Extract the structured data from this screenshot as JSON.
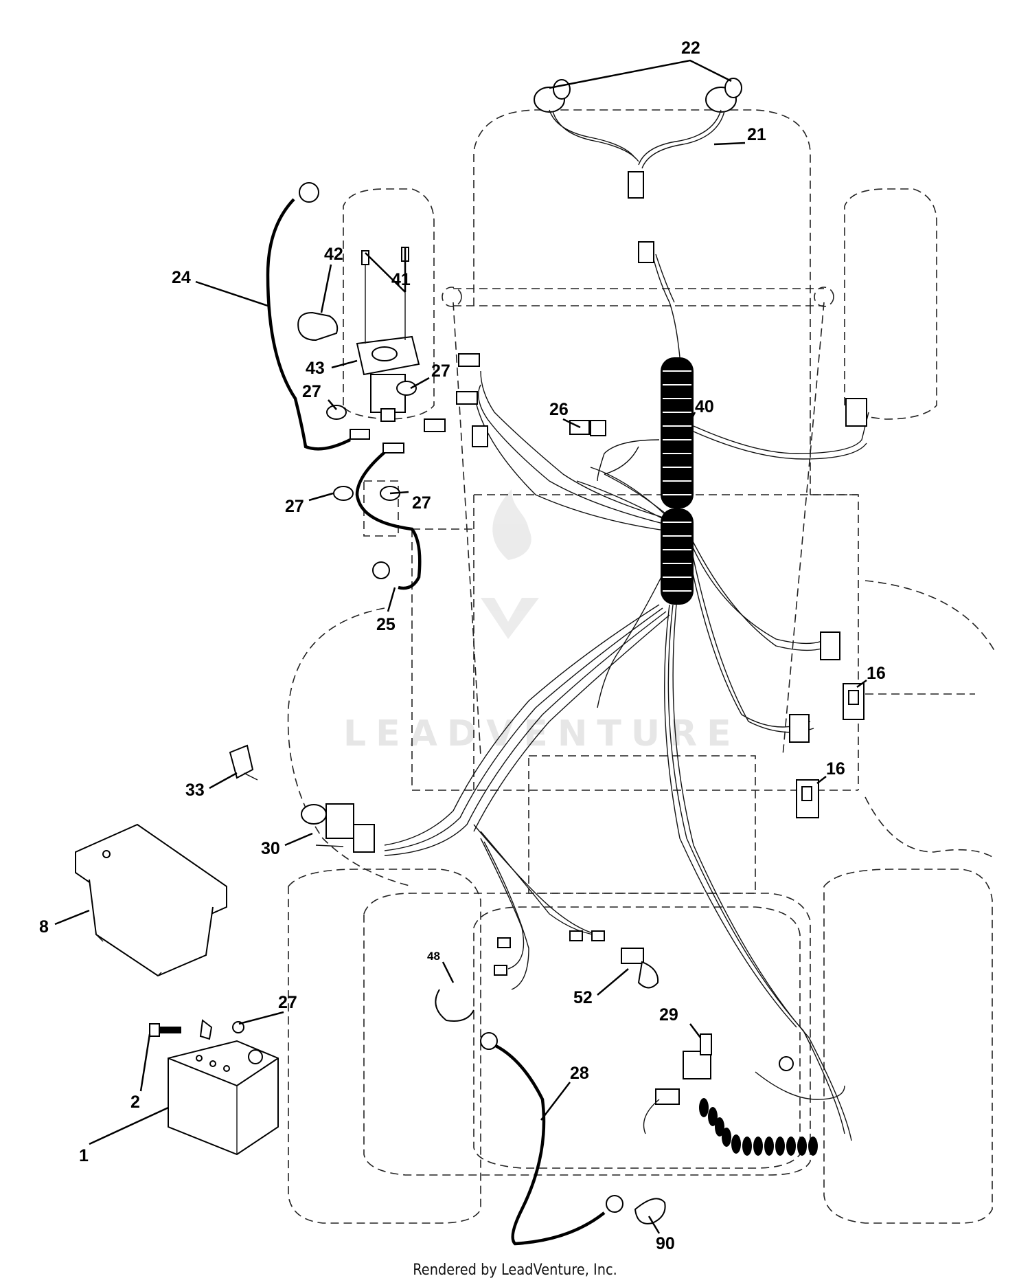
{
  "callouts": {
    "c22": "22",
    "c21": "21",
    "c24": "24",
    "c42": "42",
    "c41": "41",
    "c43": "43",
    "c27a": "27",
    "c27b": "27",
    "c27c": "27",
    "c27d": "27",
    "c27e": "27",
    "c26": "26",
    "c40": "40",
    "c25": "25",
    "c16a": "16",
    "c16b": "16",
    "c33": "33",
    "c30": "30",
    "c8": "8",
    "c48": "48",
    "c52": "52",
    "c29": "29",
    "c28": "28",
    "c2": "2",
    "c1": "1",
    "c90": "90"
  },
  "watermark": "LEADVENTURE",
  "footer": "Rendered by LeadVenture, Inc."
}
